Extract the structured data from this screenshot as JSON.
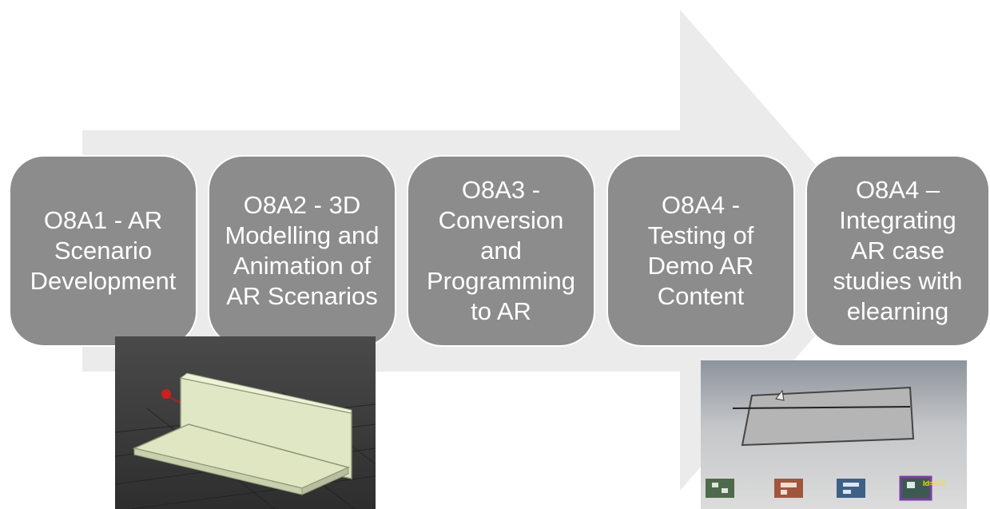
{
  "diagram": {
    "type": "process-arrow",
    "arrow_color": "#ebebeb",
    "box_color": "#8c8c8c",
    "text_color": "#ffffff",
    "steps": [
      {
        "label": "O8A1 - AR Scenario Development"
      },
      {
        "label": "O8A2 - 3D Modelling and Animation of AR Scenarios"
      },
      {
        "label": "O8A3 - Conversion and Programming to AR"
      },
      {
        "label": "O8A4 - Testing of Demo AR Content"
      },
      {
        "label": "O8A4 – Integrating AR case studies with elearning"
      }
    ]
  },
  "images": {
    "model_view": {
      "icon": "3d-modelling-viewport-image"
    },
    "ar_view": {
      "icon": "ar-marker-test-photo",
      "marker_label": "Id=110"
    }
  }
}
